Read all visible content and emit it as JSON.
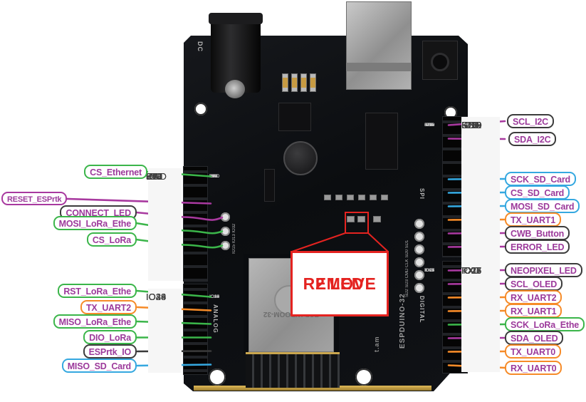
{
  "colors": {
    "green": "#3bb54a",
    "magenta": "#a8399f",
    "blue": "#35a8e0",
    "orange": "#f68b28",
    "dark": "#3a3a3a",
    "red": "#e42320",
    "label_text": "#9c3a9b"
  },
  "left_pins_top": [
    "IO0",
    "5V",
    "RST",
    "3V3",
    "5V",
    "GND",
    "GND",
    "VIN"
  ],
  "left_pins_bottom": [
    "IO2",
    "IO4",
    "IO36",
    "IO34",
    "IO38",
    "IO39"
  ],
  "right_pins": [
    "SCL",
    "SDA",
    "RST",
    "GND",
    "IO18",
    "IO19",
    "IO23",
    "IO5",
    "IO13",
    "IO12",
    "IO14",
    "IO27",
    "IO16",
    "IO17",
    "IO25",
    "IO26",
    "TX0",
    "RX0"
  ],
  "left_labels": [
    {
      "text": "CS_Ethernet",
      "pin": "IO0",
      "frame": "green"
    },
    {
      "text": "RESET_ESPrtk",
      "pin": "RST",
      "frame": "magenta"
    },
    {
      "text": "CONNECT_LED",
      "pin": "IO15",
      "frame": "dark"
    },
    {
      "text": "MOSI_LoRa_Ethe",
      "pin": "IO13",
      "frame": "green"
    },
    {
      "text": "CS_LoRa",
      "pin": "IO32",
      "frame": "green"
    },
    {
      "text": "RST_LoRa_Ethe",
      "pin": "IO2",
      "frame": "green"
    },
    {
      "text": "TX_UART2",
      "pin": "IO4",
      "frame": "orange"
    },
    {
      "text": "MISO_LoRa_Ethe",
      "pin": "IO36",
      "frame": "green"
    },
    {
      "text": "DIO_LoRa",
      "pin": "IO34",
      "frame": "green"
    },
    {
      "text": "ESPrtk_IO",
      "pin": "IO38",
      "frame": "dark"
    },
    {
      "text": "MISO_SD_Card",
      "pin": "IO39",
      "frame": "blue"
    }
  ],
  "right_labels": [
    {
      "text": "SCL_I2C",
      "pin": "SCL",
      "frame": "dark"
    },
    {
      "text": "SDA_I2C",
      "pin": "SDA",
      "frame": "dark"
    },
    {
      "text": "SCK_SD_Card",
      "pin": "IO18",
      "frame": "blue"
    },
    {
      "text": "CS_SD_Card",
      "pin": "IO19",
      "frame": "blue"
    },
    {
      "text": "MOSI_SD_Card",
      "pin": "IO23",
      "frame": "blue"
    },
    {
      "text": "TX_UART1",
      "pin": "IO5",
      "frame": "orange"
    },
    {
      "text": "CWB_Button",
      "pin": "IO13",
      "frame": "dark"
    },
    {
      "text": "ERROR_LED",
      "pin": "IO12",
      "frame": "dark"
    },
    {
      "text": "NEOPIXEL_LED",
      "pin": "IO14",
      "frame": "dark"
    },
    {
      "text": "SCL_OLED",
      "pin": "IO27",
      "frame": "dark"
    },
    {
      "text": "RX_UART2",
      "pin": "IO16",
      "frame": "orange"
    },
    {
      "text": "RX_UART1",
      "pin": "IO17",
      "frame": "orange"
    },
    {
      "text": "SCK_LoRa_Ethe",
      "pin": "IO25",
      "frame": "green"
    },
    {
      "text": "SDA_OLED",
      "pin": "IO26",
      "frame": "dark"
    },
    {
      "text": "TX_UART0",
      "pin": "TX0",
      "frame": "orange"
    },
    {
      "text": "RX_UART0",
      "pin": "RX0",
      "frame": "orange"
    }
  ],
  "callout": {
    "line1": "REMOVE",
    "line2": "2 LED"
  },
  "silkscreen": {
    "dc": "DC",
    "analog": "ANALOG",
    "spi": "SPI",
    "digital": "DIGITAL",
    "board_name": "ESPDUINO-32",
    "brand": "t.am",
    "sd_row": "SD2 SD3 CMD CLK SD0 SD1",
    "io_holes": "IO15 IO13 IO32",
    "module": "ESP-WROOM-32",
    "silk_left_bottom": [
      "IO2",
      "IO4",
      "IO35",
      "IO34",
      "IO36",
      "IO39"
    ]
  }
}
